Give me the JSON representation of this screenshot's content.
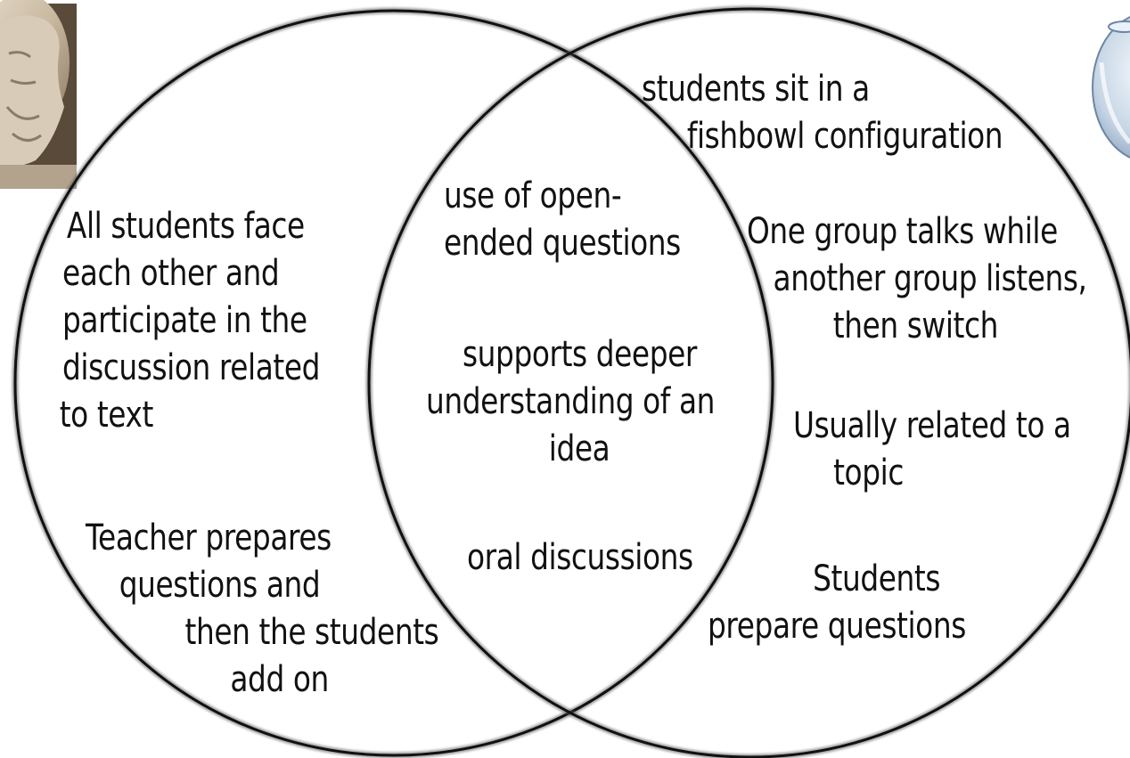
{
  "diagram": {
    "type": "venn",
    "left_circle": {
      "image": "socrates-bust",
      "items": [
        [
          "All students face",
          "each other and",
          "participate in the",
          "discussion related",
          "to text"
        ],
        [
          "Teacher prepares",
          "questions and",
          "then the students",
          "add on"
        ]
      ]
    },
    "right_circle": {
      "image": "fishbowl",
      "items": [
        [
          "students sit in a",
          "fishbowl configuration"
        ],
        [
          "One group talks while",
          "another group listens,",
          "then switch"
        ],
        [
          "Usually related to a",
          "topic"
        ],
        [
          "Students",
          "prepare questions"
        ]
      ]
    },
    "overlap": {
      "items": [
        [
          "use of open-",
          "ended questions"
        ],
        [
          "supports deeper",
          "understanding of an",
          "idea"
        ],
        [
          "oral discussions"
        ]
      ]
    },
    "colors": {
      "outline": "#111111",
      "text": "#111111",
      "background": "#ffffff"
    }
  }
}
